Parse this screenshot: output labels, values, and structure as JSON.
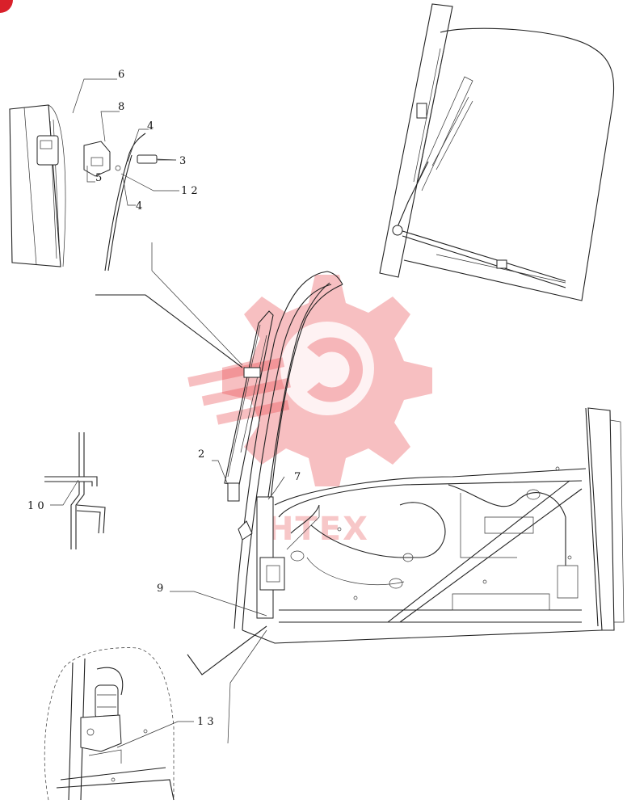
{
  "callouts": {
    "c1": "6",
    "c2": "8",
    "c3": "4",
    "c4": "3",
    "c5": "1 2",
    "c6": "5",
    "c7": "4",
    "c8": "2",
    "c9": "7",
    "c10": "1 0",
    "c11": "9",
    "c12": "1 3"
  },
  "watermark": {
    "text": "HTEX",
    "color": "#e8484c"
  },
  "corner_mark": {
    "color": "#d9202a"
  }
}
